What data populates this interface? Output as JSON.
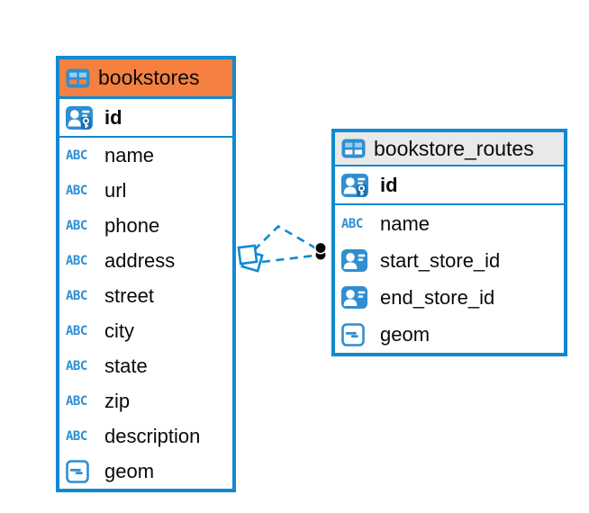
{
  "diagram": {
    "kind": "entity-relationship-diagram",
    "background": "#FFFFFF"
  },
  "colors": {
    "table_border_blue": "#1289D1",
    "icon_blue": "#2F8FD0",
    "bookstores_header": "#F5803F",
    "bookstore_routes_header": "#E9E9E9",
    "text": "#0A0A0A",
    "relationship_line": "#1289D1",
    "ball_marker": "#000000"
  },
  "icons": {
    "text_glyph": "ABC",
    "table_icon": "table-grid-icon",
    "primary_key_icon": "user-key-icon",
    "foreign_key_icon": "user-card-icon",
    "geometry_icon": "geometry-icon"
  },
  "tables": [
    {
      "name": "bookstores",
      "header_style": "orange",
      "primary_key": {
        "name": "id",
        "icon": "primary-key-icon"
      },
      "columns": [
        {
          "name": "name",
          "icon": "text-icon"
        },
        {
          "name": "url",
          "icon": "text-icon"
        },
        {
          "name": "phone",
          "icon": "text-icon"
        },
        {
          "name": "address",
          "icon": "text-icon"
        },
        {
          "name": "street",
          "icon": "text-icon"
        },
        {
          "name": "city",
          "icon": "text-icon"
        },
        {
          "name": "state",
          "icon": "text-icon"
        },
        {
          "name": "zip",
          "icon": "text-icon"
        },
        {
          "name": "description",
          "icon": "text-icon"
        },
        {
          "name": "geom",
          "icon": "geometry-icon"
        }
      ]
    },
    {
      "name": "bookstore_routes",
      "header_style": "gray",
      "primary_key": {
        "name": "id",
        "icon": "primary-key-icon"
      },
      "columns": [
        {
          "name": "name",
          "icon": "text-icon"
        },
        {
          "name": "start_store_id",
          "icon": "foreign-key-icon"
        },
        {
          "name": "end_store_id",
          "icon": "foreign-key-icon"
        },
        {
          "name": "geom",
          "icon": "geometry-icon"
        }
      ]
    }
  ],
  "relationship": {
    "source_table": "bookstores",
    "target_table": "bookstore_routes",
    "line_count": 2,
    "line_style": "dashed",
    "line_color": "#1289D1",
    "source_marker": "double-diamond",
    "target_marker": "double-filled-circle"
  }
}
